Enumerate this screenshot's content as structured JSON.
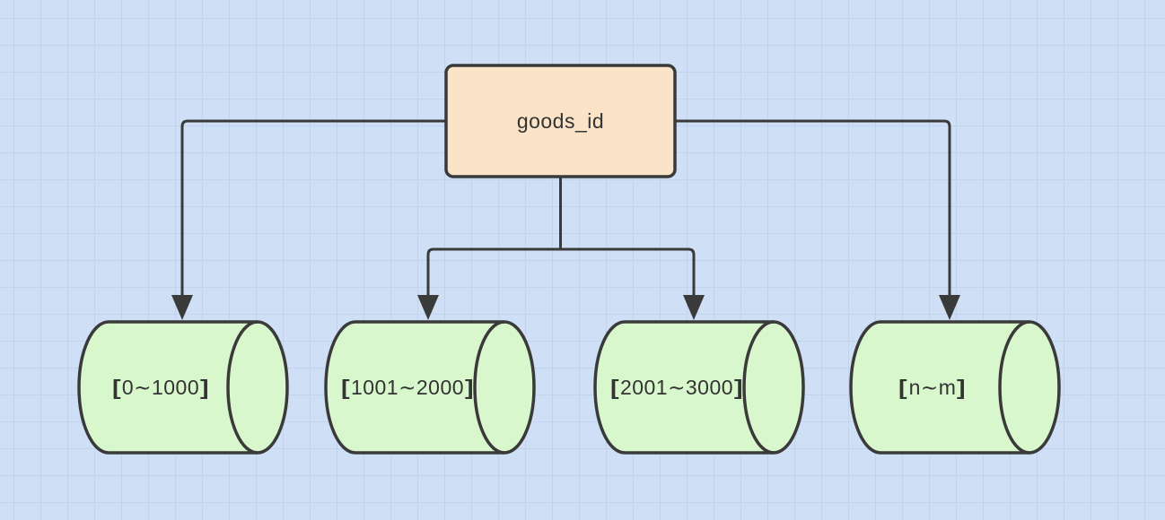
{
  "diagram": {
    "root": {
      "label": "goods_id"
    },
    "shards": [
      {
        "label": "【0~1000】"
      },
      {
        "label": "【1001~2000】"
      },
      {
        "label": "【2001~3000】"
      },
      {
        "label": "【n~m】"
      }
    ],
    "colors": {
      "canvas_bg": "#cfe0f6",
      "grid_line": "#c1d4ee",
      "root_fill": "#fae3c6",
      "shard_fill": "#d8f7cd",
      "stroke": "#3a3a3a",
      "text": "#333333"
    }
  }
}
